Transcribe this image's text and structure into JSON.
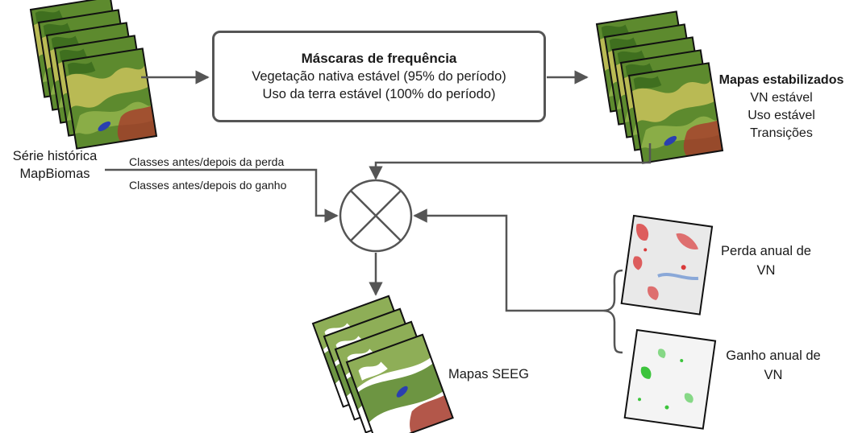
{
  "masks_box": {
    "title": "Máscaras de frequência",
    "line1": "Vegetação nativa estável (95% do período)",
    "line2": "Uso da terra estável (100% do período)"
  },
  "series": {
    "line1": "Série histórica",
    "line2": "MapBiomas"
  },
  "edges": {
    "loss_classes": "Classes antes/depois da perda",
    "gain_classes": "Classes antes/depois do ganho"
  },
  "stabilized": {
    "title": "Mapas estabilizados",
    "item1": "VN estável",
    "item2": "Uso estável",
    "item3": "Transições"
  },
  "loss": {
    "line1": "Perda anual de",
    "line2": "VN"
  },
  "gain": {
    "line1": "Ganho anual de",
    "line2": "VN"
  },
  "seeg": {
    "label": "Mapas SEEG"
  },
  "colors": {
    "stroke": "#555555",
    "map_green": "#5d8a2e",
    "map_yellow": "#c9c25a",
    "map_red": "#a63a2a",
    "water": "#2a3fb0",
    "loss_red": "#d93a3a",
    "gain_green": "#3cc43c"
  }
}
